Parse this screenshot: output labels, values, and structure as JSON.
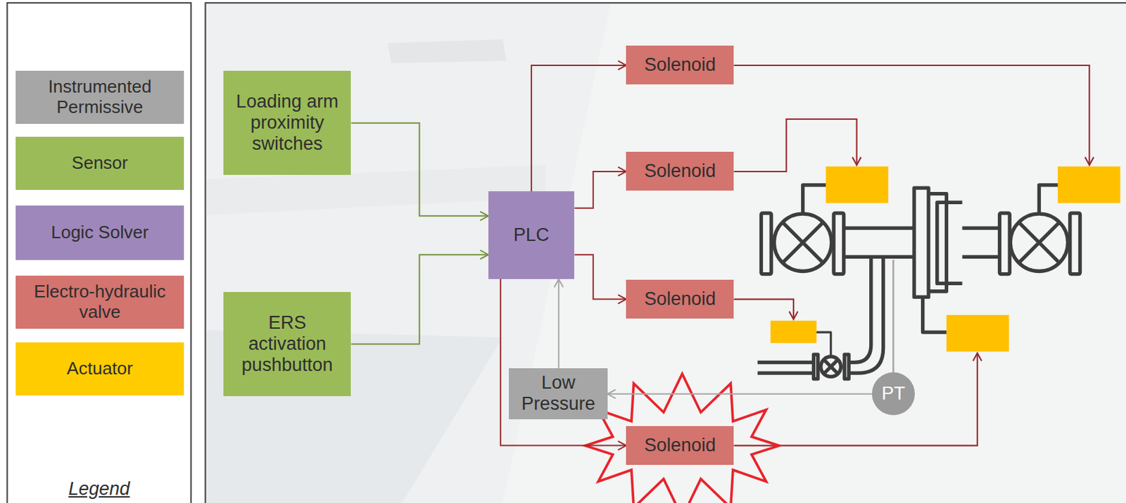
{
  "diagram": {
    "nodes": [
      {
        "text": [
          "Loading arm proximity switches"
        ]
      },
      {
        "text": [
          "ERS activation pushbutton"
        ]
      },
      {
        "text": [
          "PLC"
        ]
      },
      {
        "text": [
          "Solenoid"
        ]
      },
      {
        "text": [
          "Solenoid"
        ]
      },
      {
        "text": [
          "Solenoid"
        ]
      },
      {
        "text": [
          "Low Pressure"
        ]
      },
      {
        "text": [
          "PT"
        ]
      },
      {
        "text": [
          "Solenoid"
        ]
      }
    ],
    "edges": [
      {
        "from": 0,
        "to": 2,
        "arrow": "to"
      },
      {
        "from": 1,
        "to": 2,
        "arrow": "to"
      },
      {
        "from": 2,
        "to": 3,
        "arrow": "to"
      },
      {
        "from": 2,
        "to": 4,
        "arrow": "to"
      },
      {
        "from": 2,
        "to": 5,
        "arrow": "to"
      },
      {
        "from": 2,
        "to": 8,
        "arrow": "to"
      },
      {
        "from": 7,
        "to": 6,
        "arrow": "to"
      },
      {
        "from": 6,
        "to": 2,
        "arrow": "to"
      }
    ],
    "labels": [
      "Legend"
    ],
    "legend": [
      {
        "text": "Instrumented Permissive",
        "color": "#a6a6a6"
      },
      {
        "text": "Sensor",
        "color": "#9bbb59"
      },
      {
        "text": "Logic Solver",
        "color": "#9e88bb"
      },
      {
        "text": "Electro-hydraulic valve",
        "color": "#d3746f"
      },
      {
        "text": "Actuator",
        "color": "#ffcc00"
      }
    ]
  }
}
